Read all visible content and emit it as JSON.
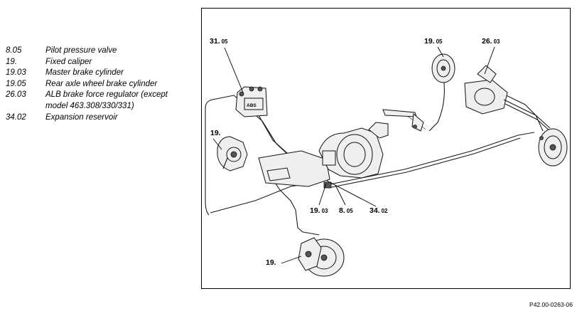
{
  "legend": [
    {
      "code": "8.05",
      "desc": "Pilot pressure valve"
    },
    {
      "code": "19.",
      "desc": "Fixed caliper"
    },
    {
      "code": "19.03",
      "desc": "Master brake cylinder"
    },
    {
      "code": "19.05",
      "desc": "Rear axle wheel brake cylinder"
    },
    {
      "code": "26.03",
      "desc": "ALB brake force regulator (except model 463.308/330/331)"
    },
    {
      "code": "34.02",
      "desc": "Expansion reservoir"
    }
  ],
  "callouts": {
    "c31": {
      "main": "31.",
      "sub": "05"
    },
    "c19a": {
      "main": "19.",
      "sub": ""
    },
    "c19_05": {
      "main": "19.",
      "sub": "05"
    },
    "c26_03": {
      "main": "26.",
      "sub": "03"
    },
    "c19_03": {
      "main": "19.",
      "sub": "03"
    },
    "c8_05": {
      "main": "8.",
      "sub": "05"
    },
    "c34_02": {
      "main": "34.",
      "sub": "02"
    },
    "c19b": {
      "main": "19.",
      "sub": ""
    }
  },
  "abs_label": "ABS",
  "reference": "P42.00-0263-06"
}
